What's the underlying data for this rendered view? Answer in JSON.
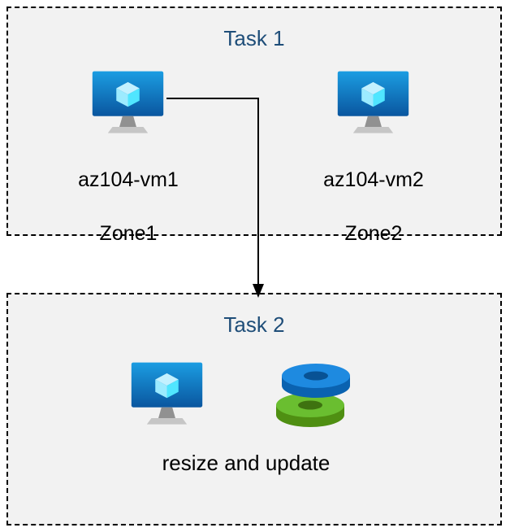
{
  "diagram": {
    "task1": {
      "title": "Task 1",
      "vms": [
        {
          "name": "az104-vm1",
          "zone": "Zone1"
        },
        {
          "name": "az104-vm2",
          "zone": "Zone2"
        }
      ]
    },
    "task2": {
      "title": "Task 2",
      "caption": "resize and update"
    },
    "icons": {
      "vm": "azure-virtual-machine-icon",
      "disks": "azure-managed-disks-icon",
      "arrow": "flow-arrow-down"
    },
    "colors": {
      "title_text": "#1f4e79",
      "box_background": "#f2f2f2",
      "box_border": "#000000",
      "vm_screen_top": "#1b9de2",
      "vm_screen_bottom": "#0a569f",
      "vm_cube": "#50e6ff",
      "disk_blue_top": "#1e8ae0",
      "disk_blue_hole": "#085294",
      "disk_green_top": "#6abe30",
      "disk_green_hole": "#3e7210",
      "arrow": "#000000"
    }
  }
}
